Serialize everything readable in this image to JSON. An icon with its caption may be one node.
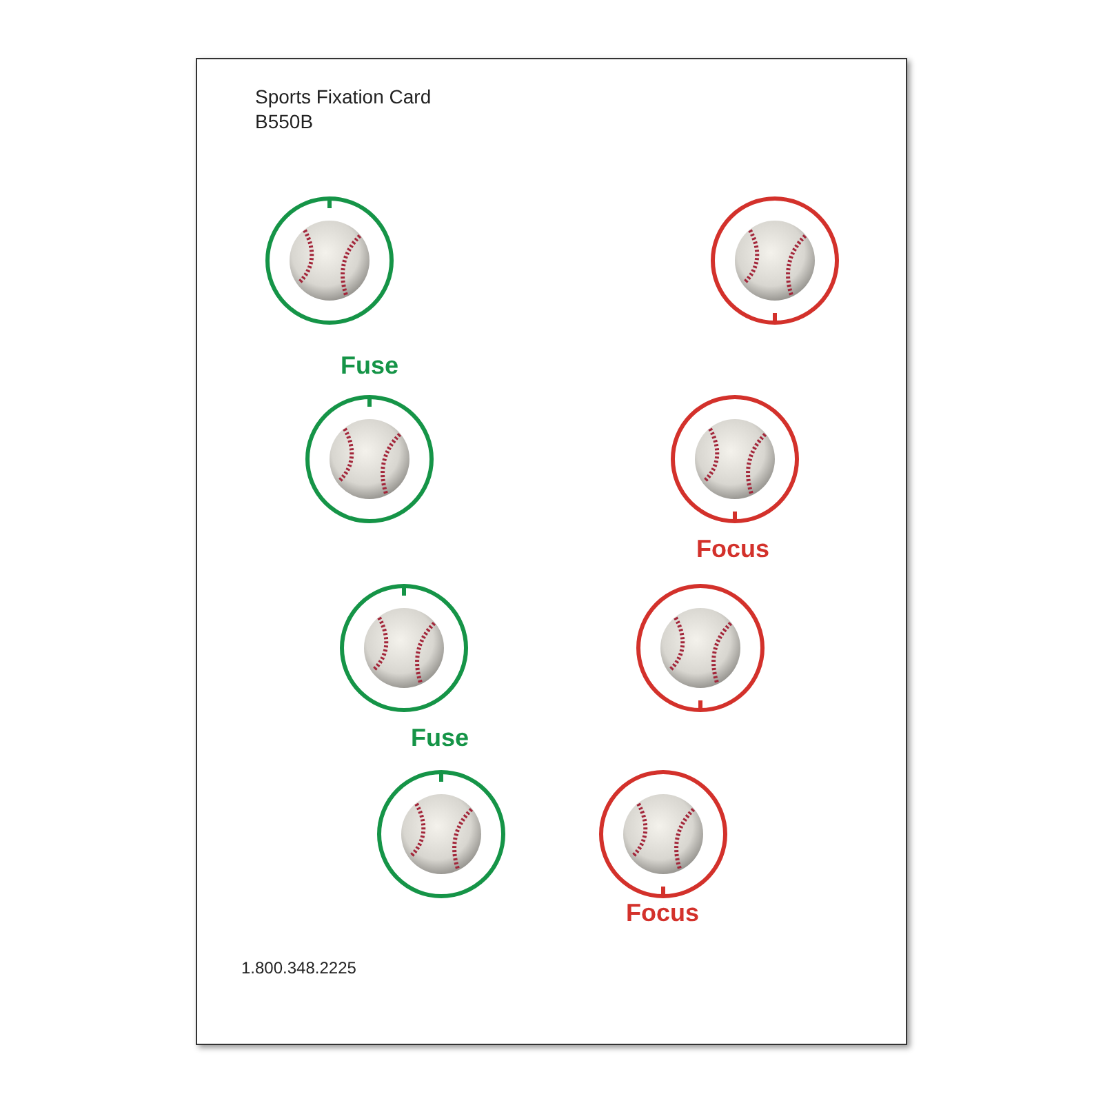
{
  "diagram": {
    "title": "Sports Fixation Card",
    "labels": [
      "B550B",
      "Fuse",
      "Focus",
      "Fuse",
      "Focus",
      "1.800.348.2225"
    ]
  }
}
